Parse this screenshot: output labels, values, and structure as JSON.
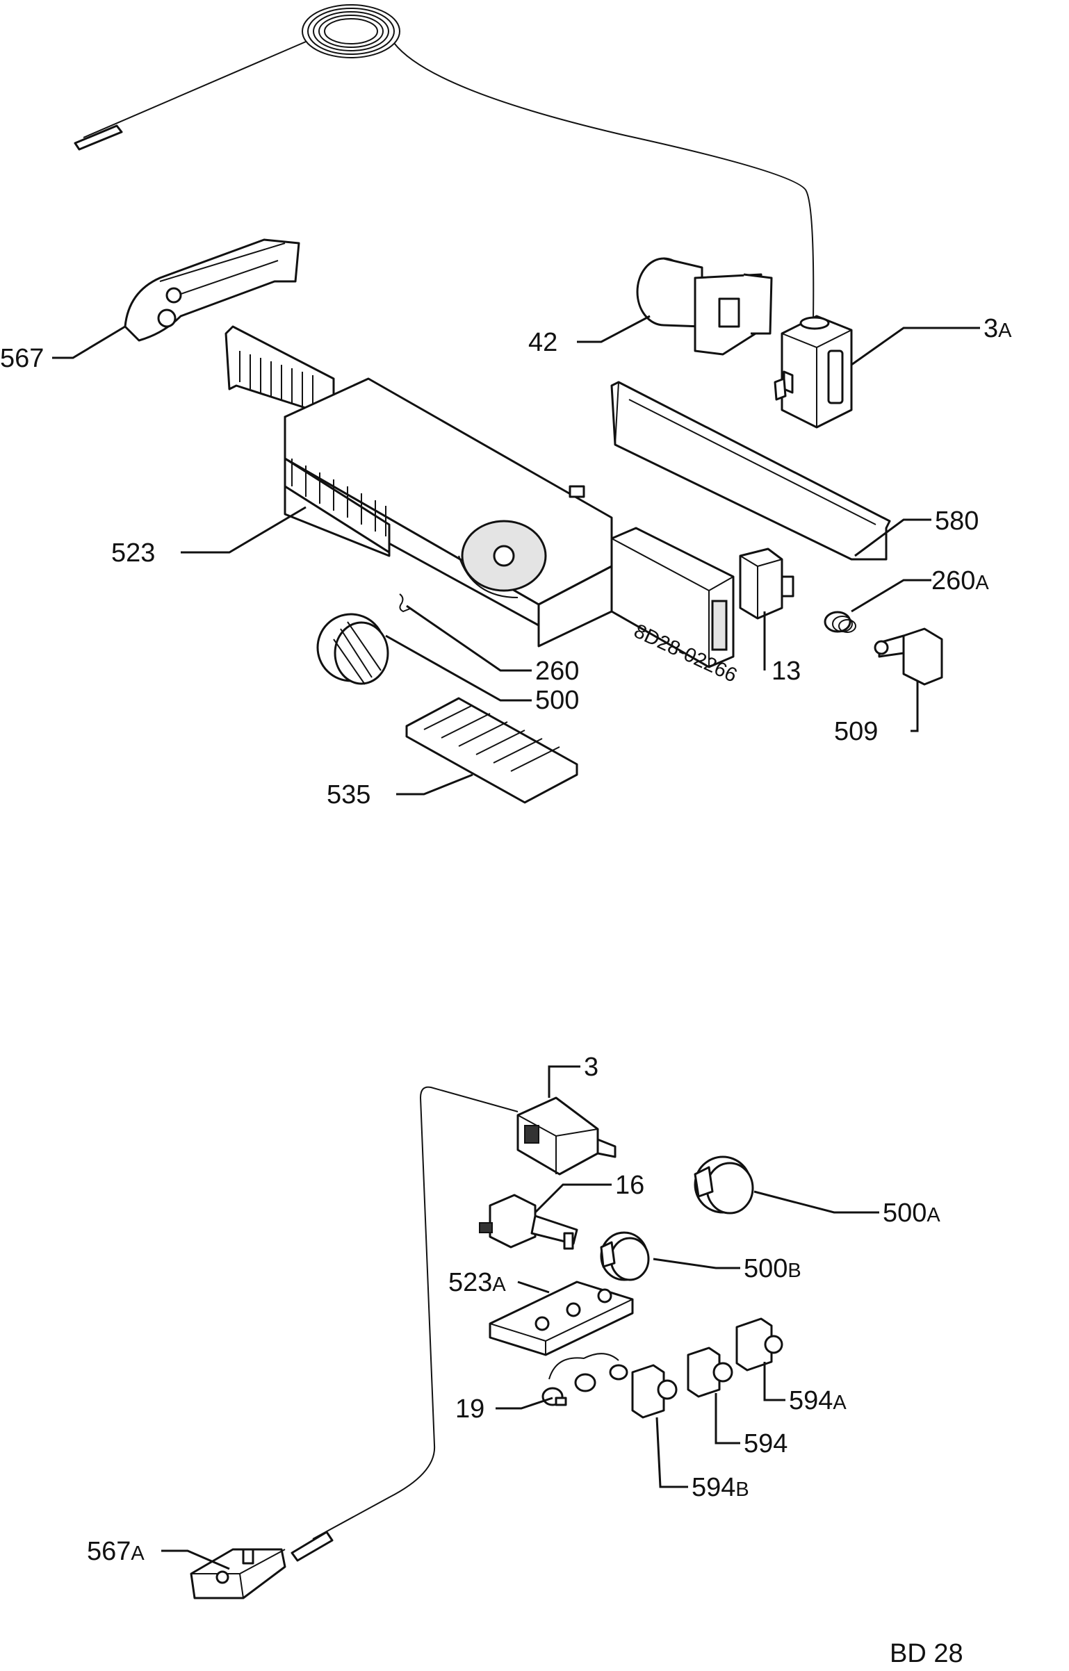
{
  "drawing": {
    "code": "BD 28",
    "part_number_print": "8D28-02266"
  },
  "callouts": [
    {
      "id": "567",
      "main": "567",
      "suffix": ""
    },
    {
      "id": "42",
      "main": "42",
      "suffix": ""
    },
    {
      "id": "3A",
      "main": "3",
      "suffix": "A"
    },
    {
      "id": "580",
      "main": "580",
      "suffix": ""
    },
    {
      "id": "523",
      "main": "523",
      "suffix": ""
    },
    {
      "id": "260A",
      "main": "260",
      "suffix": "A"
    },
    {
      "id": "260",
      "main": "260",
      "suffix": ""
    },
    {
      "id": "13",
      "main": "13",
      "suffix": ""
    },
    {
      "id": "500",
      "main": "500",
      "suffix": ""
    },
    {
      "id": "509",
      "main": "509",
      "suffix": ""
    },
    {
      "id": "535",
      "main": "535",
      "suffix": ""
    },
    {
      "id": "3",
      "main": "3",
      "suffix": ""
    },
    {
      "id": "16",
      "main": "16",
      "suffix": ""
    },
    {
      "id": "500A",
      "main": "500",
      "suffix": "A"
    },
    {
      "id": "500B",
      "main": "500",
      "suffix": "B"
    },
    {
      "id": "523A",
      "main": "523",
      "suffix": "A"
    },
    {
      "id": "19",
      "main": "19",
      "suffix": ""
    },
    {
      "id": "594A",
      "main": "594",
      "suffix": "A"
    },
    {
      "id": "594",
      "main": "594",
      "suffix": ""
    },
    {
      "id": "594B",
      "main": "594",
      "suffix": "B"
    },
    {
      "id": "567A",
      "main": "567",
      "suffix": "A"
    }
  ]
}
